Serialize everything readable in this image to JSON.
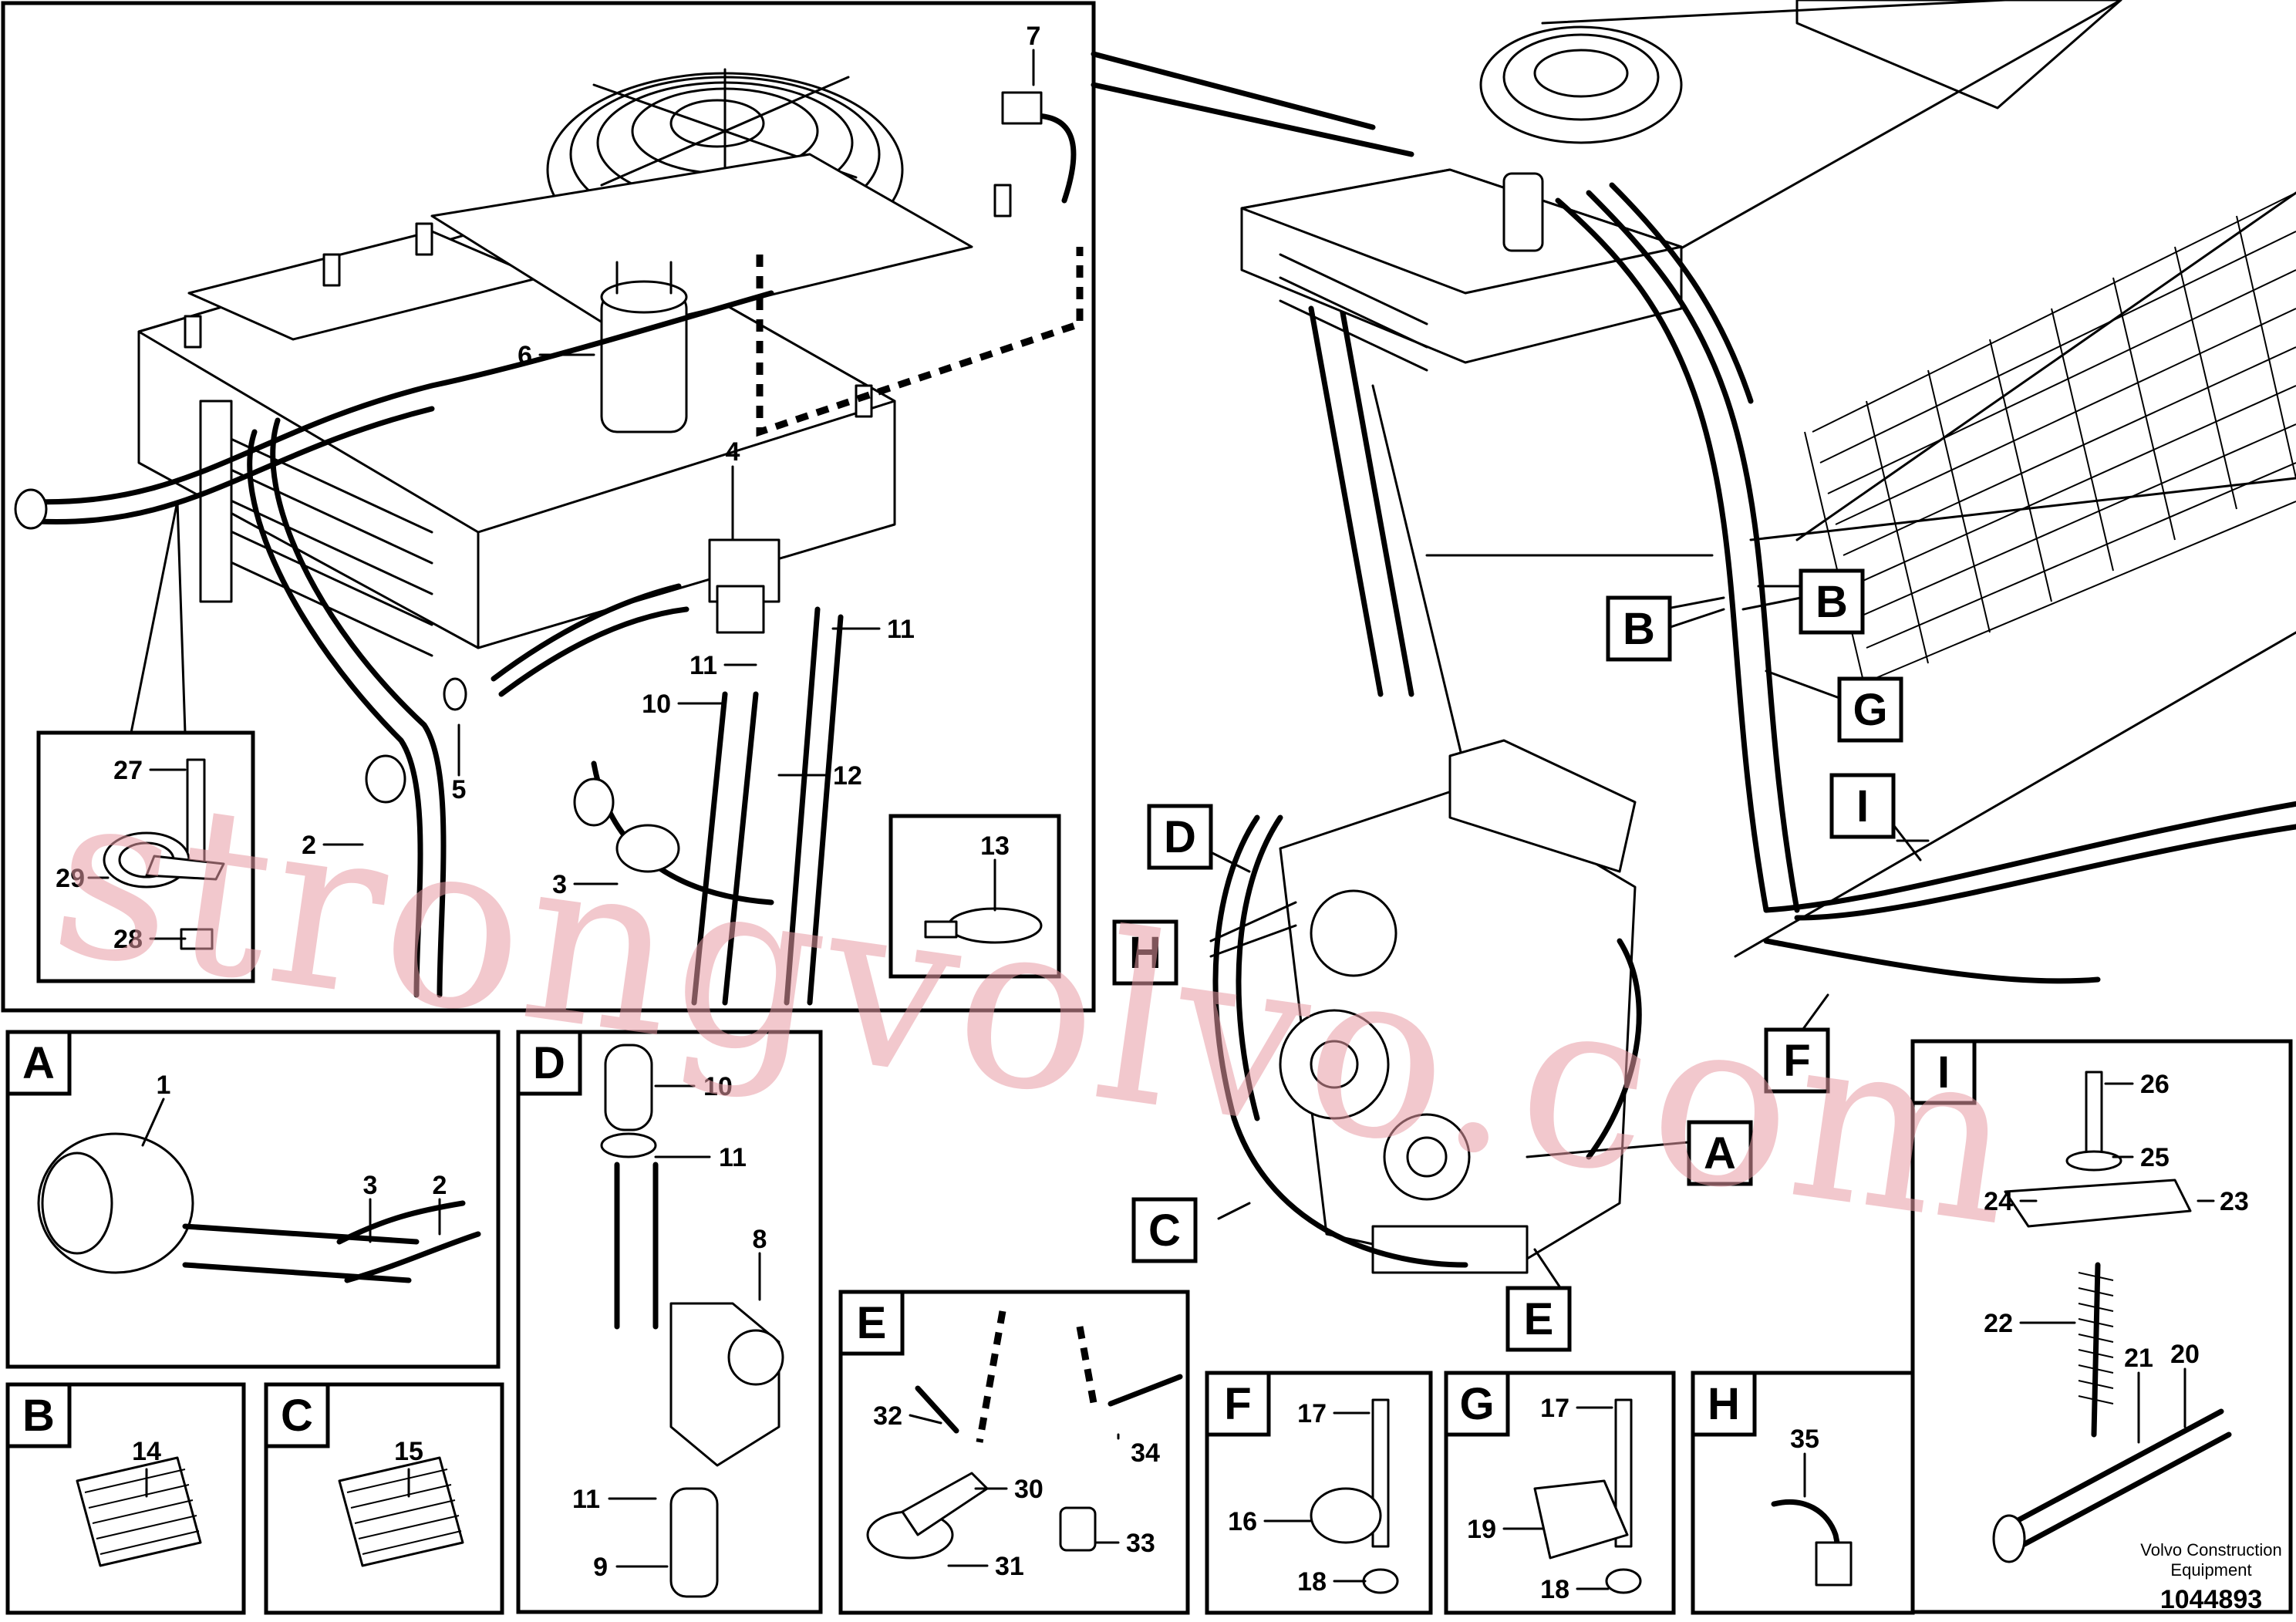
{
  "detail_letters": [
    "A",
    "B",
    "C",
    "D",
    "E",
    "F",
    "G",
    "H",
    "I"
  ],
  "part_numbers": [
    "1",
    "2",
    "3",
    "4",
    "5",
    "6",
    "7",
    "8",
    "9",
    "10",
    "11",
    "12",
    "13",
    "14",
    "15",
    "16",
    "17",
    "18",
    "19",
    "20",
    "21",
    "22",
    "23",
    "24",
    "25",
    "26",
    "27",
    "28",
    "29",
    "30",
    "31",
    "32",
    "33",
    "34",
    "35"
  ],
  "footer": {
    "company_line1": "Volvo Construction",
    "company_line2": "Equipment",
    "drawing_number": "1044893"
  },
  "watermark": "strongvolvo.com"
}
